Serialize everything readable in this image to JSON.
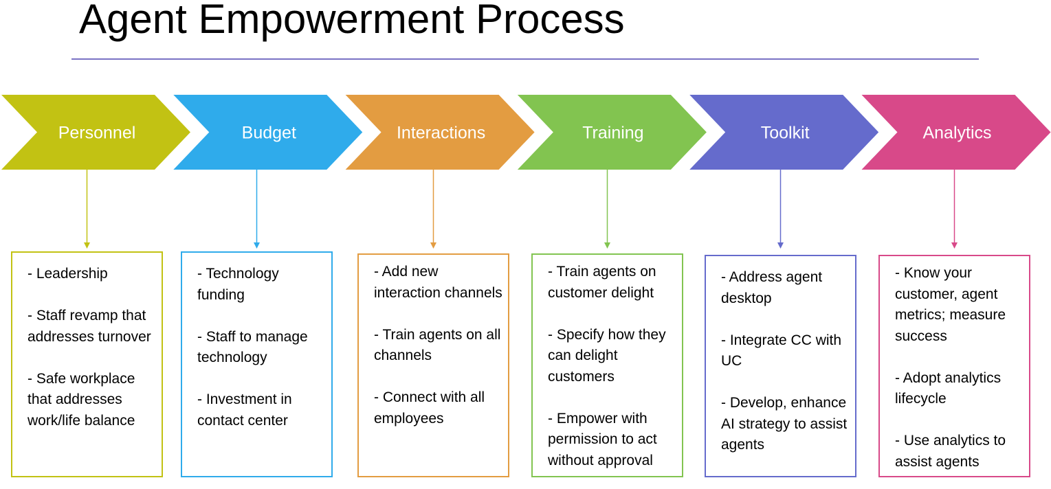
{
  "title": "Agent Empowerment Process",
  "stages": [
    {
      "label": "Personnel",
      "color": "#c2c213",
      "items": [
        "- Leadership",
        "- Staff revamp that addresses turnover",
        "- Safe workplace that addresses work/life balance"
      ]
    },
    {
      "label": "Budget",
      "color": "#2fabeb",
      "items": [
        "- Technology funding",
        "- Staff to manage technology",
        "- Investment in contact center"
      ]
    },
    {
      "label": "Interactions",
      "color": "#e39c41",
      "items": [
        "- Add new interaction channels",
        "- Train agents on all channels",
        "- Connect with all employees"
      ]
    },
    {
      "label": "Training",
      "color": "#82c450",
      "items": [
        "- Train agents on customer delight",
        "- Specify how they can delight customers",
        "- Empower with permission to act without approval"
      ]
    },
    {
      "label": "Toolkit",
      "color": "#656bcc",
      "items": [
        "- Address agent desktop",
        "- Integrate CC with UC",
        "- Develop, enhance AI strategy to assist agents"
      ]
    },
    {
      "label": "Analytics",
      "color": "#d84989",
      "items": [
        "- Know your customer, agent metrics; measure success",
        "- Adopt analytics lifecycle",
        "- Use analytics to assist agents"
      ]
    }
  ]
}
